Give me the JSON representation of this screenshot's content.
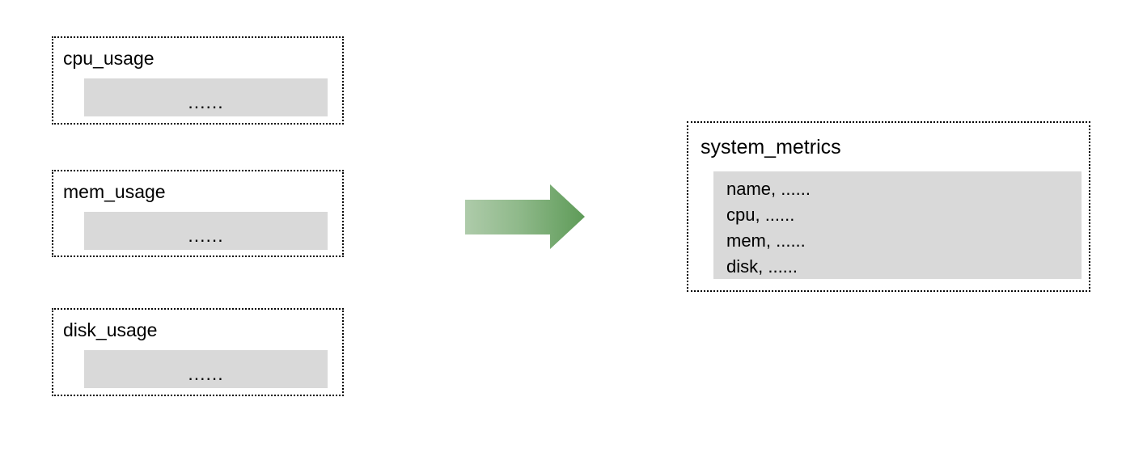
{
  "diagram": {
    "type": "data-consolidation-flow",
    "background_color": "#ffffff",
    "gray_fill_color": "#d9d9d9",
    "border_color": "#000000"
  },
  "source_tables": [
    {
      "title": "cpu_usage",
      "body_text": "......"
    },
    {
      "title": "mem_usage",
      "body_text": "......"
    },
    {
      "title": "disk_usage",
      "body_text": "......"
    }
  ],
  "arrow": {
    "name": "right-arrow",
    "direction": "right",
    "gradient_start_color": "#a9caa4",
    "gradient_end_color": "#5e9b58"
  },
  "target_table": {
    "title": "system_metrics",
    "rows": [
      "name, ......",
      "cpu, ......",
      "mem, ......",
      "disk, ......"
    ]
  }
}
